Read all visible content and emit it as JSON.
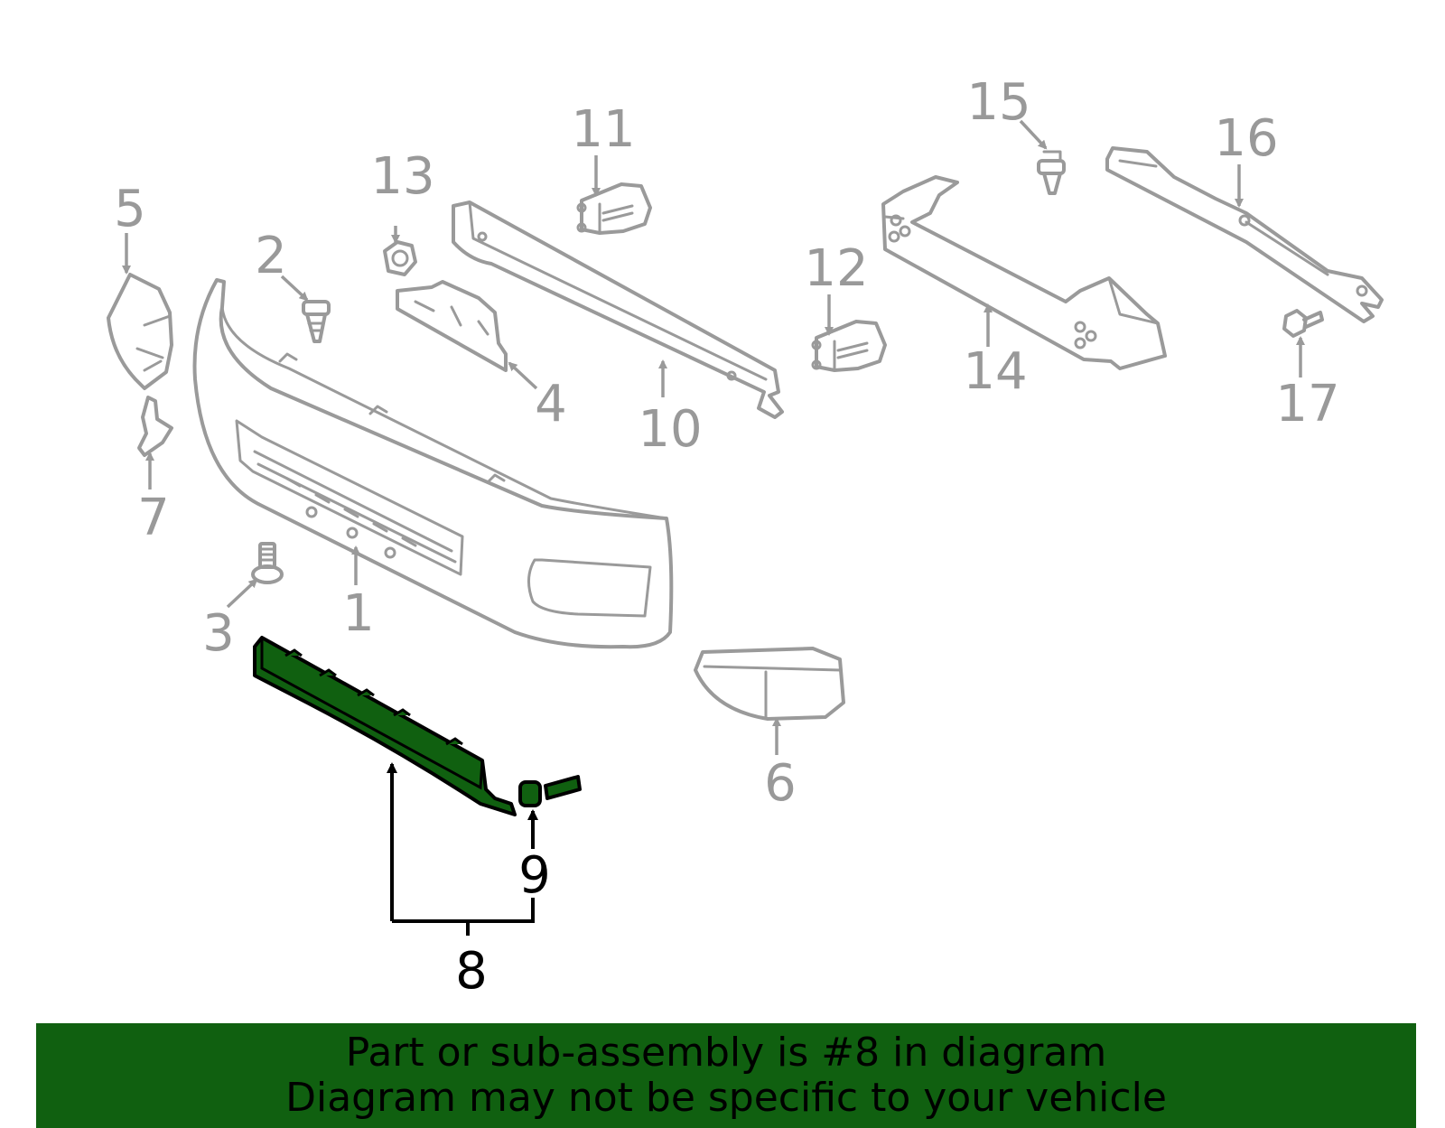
{
  "diagram": {
    "highlight_color": "#106010",
    "callouts": [
      {
        "id": "1",
        "label": "1"
      },
      {
        "id": "2",
        "label": "2"
      },
      {
        "id": "3",
        "label": "3"
      },
      {
        "id": "4",
        "label": "4"
      },
      {
        "id": "5",
        "label": "5"
      },
      {
        "id": "6",
        "label": "6"
      },
      {
        "id": "7",
        "label": "7"
      },
      {
        "id": "8",
        "label": "8",
        "highlighted": true
      },
      {
        "id": "9",
        "label": "9",
        "highlighted": true
      },
      {
        "id": "10",
        "label": "10"
      },
      {
        "id": "11",
        "label": "11"
      },
      {
        "id": "12",
        "label": "12"
      },
      {
        "id": "13",
        "label": "13"
      },
      {
        "id": "14",
        "label": "14"
      },
      {
        "id": "15",
        "label": "15"
      },
      {
        "id": "16",
        "label": "16"
      },
      {
        "id": "17",
        "label": "17"
      }
    ]
  },
  "banner": {
    "line1": "Part or sub-assembly is #8 in diagram",
    "line2": "Diagram may not be specific to your vehicle",
    "background": "#106010"
  }
}
